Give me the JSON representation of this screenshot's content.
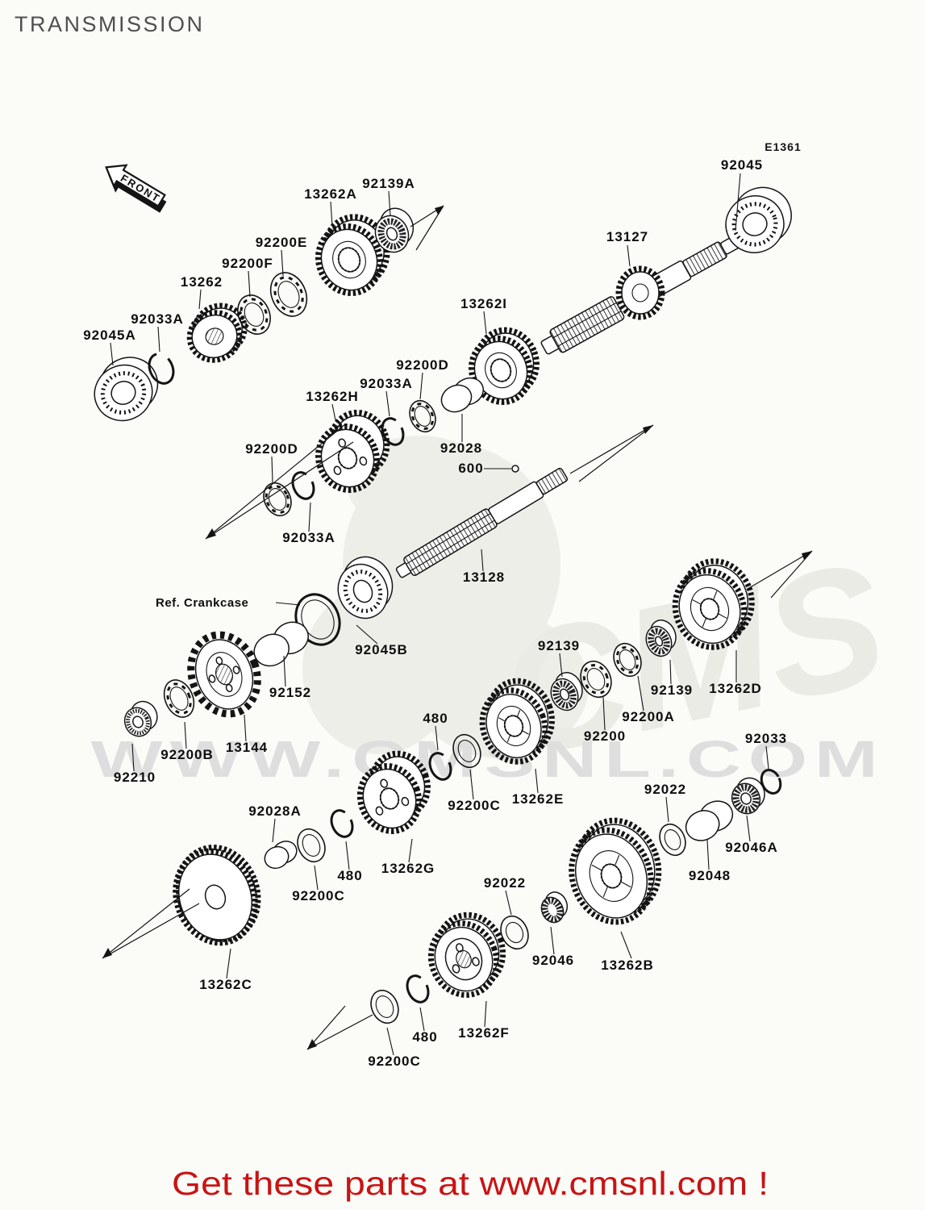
{
  "page": {
    "title": "TRANSMISSION",
    "diagram_code": "E1361",
    "front_marker": "FRONT",
    "footer_text": "Get these parts at www.cmsnl.com !"
  },
  "watermark": {
    "logo": "CMS",
    "text": "WWW.CMSNL.COM"
  },
  "colors": {
    "background": "#fbfbf8",
    "title_gray": "#4f4f4f",
    "line_black": "#141414",
    "footer_red": "#c81414",
    "watermark_gray": "#dedede"
  },
  "diagram": {
    "labels": [
      {
        "text": "92045"
      },
      {
        "text": "13127"
      },
      {
        "text": "13262A"
      },
      {
        "text": "92139A"
      },
      {
        "text": "92200E"
      },
      {
        "text": "92200F"
      },
      {
        "text": "13262"
      },
      {
        "text": "92033A"
      },
      {
        "text": "92045A"
      },
      {
        "text": "13262I"
      },
      {
        "text": "92200D"
      },
      {
        "text": "92033A"
      },
      {
        "text": "92028"
      },
      {
        "text": "600"
      },
      {
        "text": "13262H"
      },
      {
        "text": "92200D"
      },
      {
        "text": "92033A"
      },
      {
        "text": "Ref. Crankcase"
      },
      {
        "text": "13128"
      },
      {
        "text": "92045B"
      },
      {
        "text": "92152"
      },
      {
        "text": "13144"
      },
      {
        "text": "92200B"
      },
      {
        "text": "92210"
      },
      {
        "text": "92028A"
      },
      {
        "text": "92139"
      },
      {
        "text": "92139"
      },
      {
        "text": "13262D"
      },
      {
        "text": "92200A"
      },
      {
        "text": "92200"
      },
      {
        "text": "92033"
      },
      {
        "text": "480"
      },
      {
        "text": "92200C"
      },
      {
        "text": "13262E"
      },
      {
        "text": "13262G"
      },
      {
        "text": "480"
      },
      {
        "text": "92200C"
      },
      {
        "text": "92022"
      },
      {
        "text": "92022"
      },
      {
        "text": "92046A"
      },
      {
        "text": "92048"
      },
      {
        "text": "92046"
      },
      {
        "text": "13262B"
      },
      {
        "text": "13262C"
      },
      {
        "text": "13262F"
      },
      {
        "text": "480"
      },
      {
        "text": "92200C"
      }
    ]
  }
}
